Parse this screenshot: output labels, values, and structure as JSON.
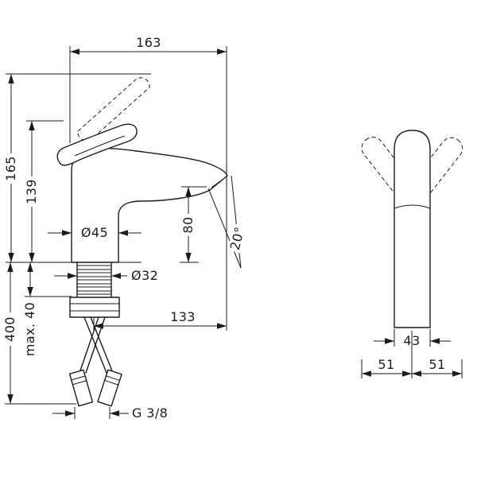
{
  "page": {
    "background_color": "#ffffff",
    "line_color": "#1b1b1b"
  },
  "left_view": {
    "dim_spout_projection": "163",
    "dim_total_height": "165",
    "dim_height_to_handle": "139",
    "dim_outlet_height": "80",
    "dim_body_diameter": "Ø45",
    "dim_shank_diameter": "Ø32",
    "dim_spout_reach": "133",
    "dim_max_mounting_thickness": "max. 40",
    "dim_hose_length": "400",
    "dim_connection_thread": "G 3/8",
    "dim_outlet_angle": "20°"
  },
  "right_view": {
    "dim_body_width": "43",
    "dim_handle_swing_left": "51",
    "dim_handle_swing_right": "51"
  }
}
